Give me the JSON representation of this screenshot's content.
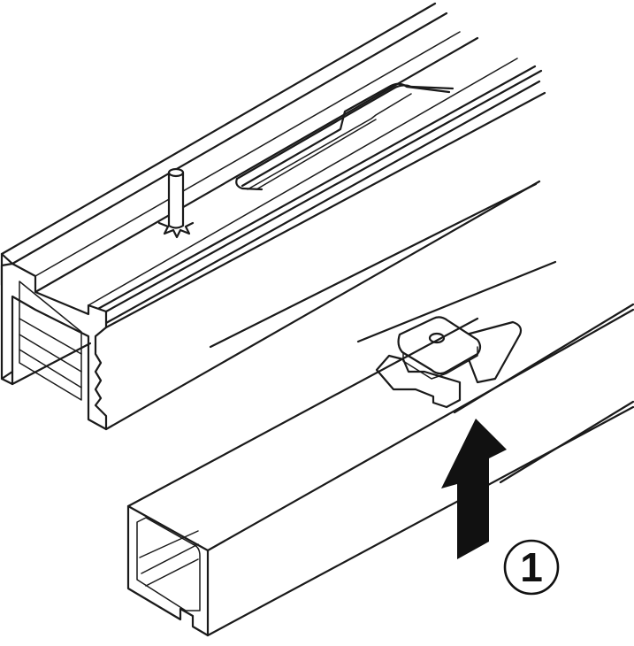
{
  "figure": {
    "type": "assembly-diagram",
    "description": "Installation of a running track profile into an upper track with a clip bracket and pin",
    "components": [
      {
        "id": "upper-track-profile",
        "label": "Upper aluminium track profile with fixing slot and pin"
      },
      {
        "id": "fixing-pin",
        "label": "Pin with star washer"
      },
      {
        "id": "clip-bracket",
        "label": "Clip-in bracket with arrow direction marker"
      },
      {
        "id": "running-track",
        "label": "Lower square running track profile"
      },
      {
        "id": "insert-arrow",
        "label": "Upward arrow indicating insertion direction"
      }
    ],
    "step_marker": "1",
    "colors": {
      "line": "#1a1a1a",
      "fill": "#ffffff",
      "arrow": "#111111"
    }
  }
}
